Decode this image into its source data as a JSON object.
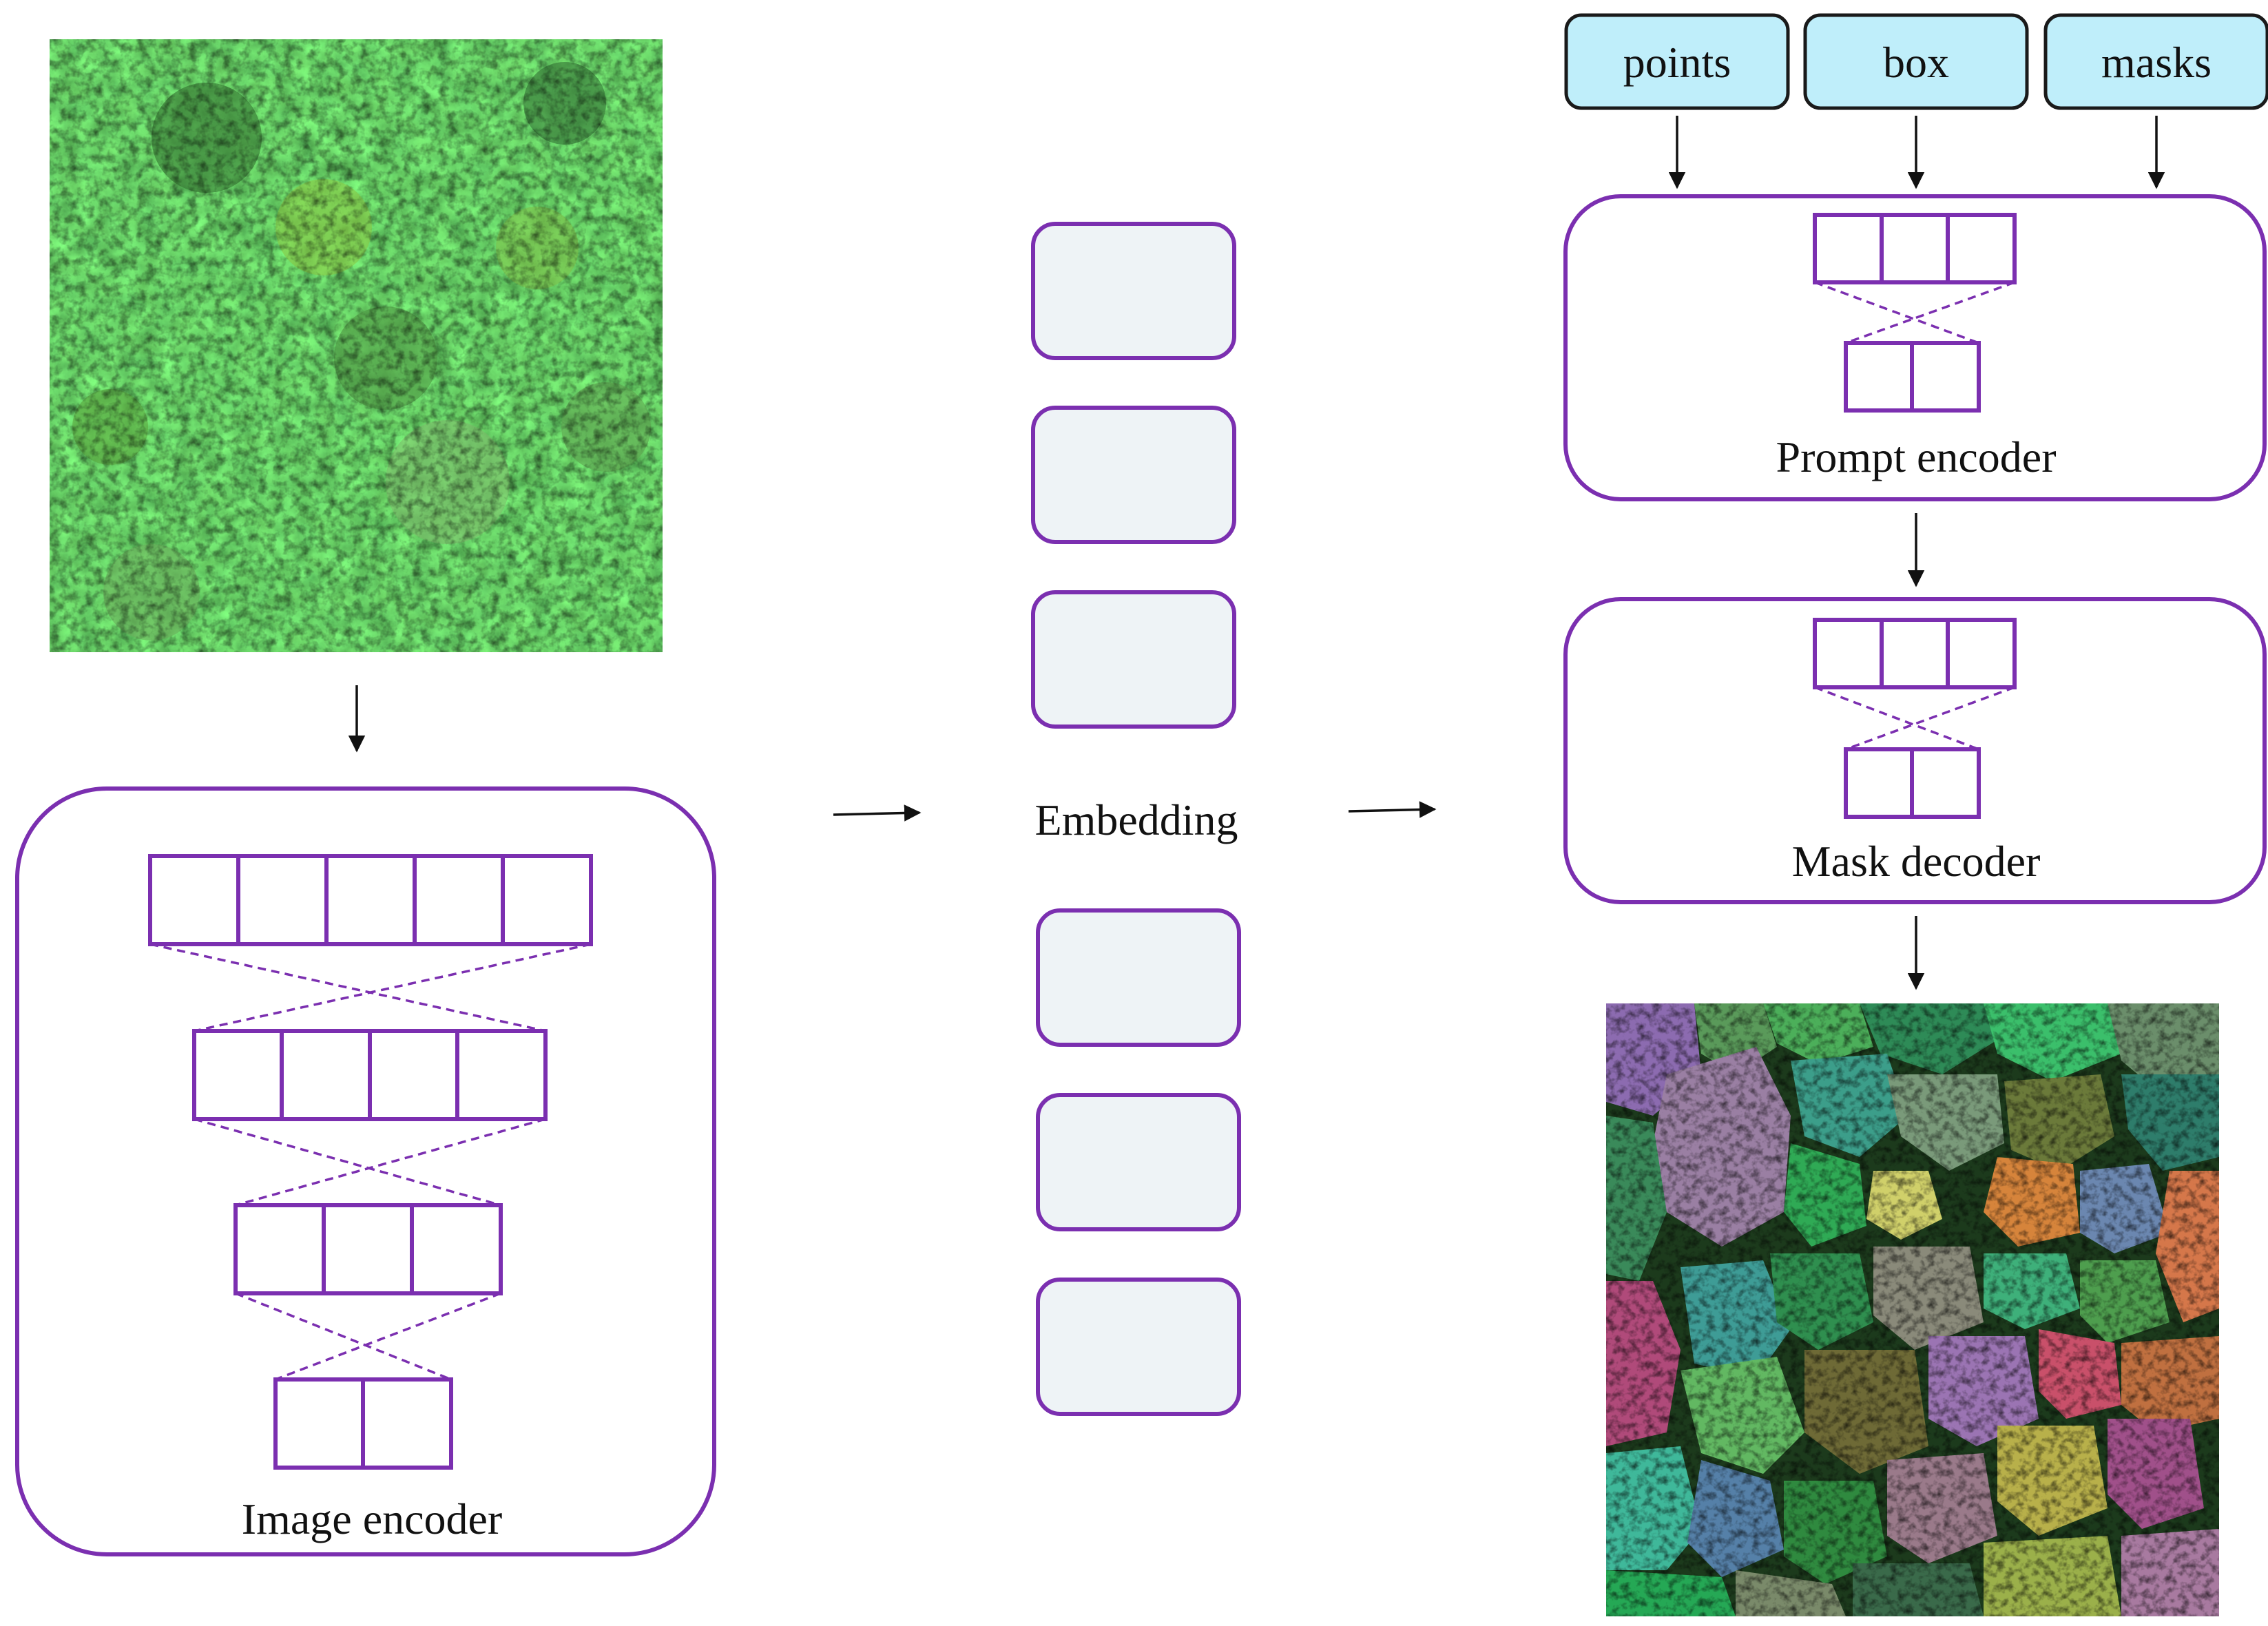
{
  "prompts": {
    "points": "points",
    "box": "box",
    "masks": "masks"
  },
  "image_encoder": {
    "label": "Image encoder"
  },
  "embedding": {
    "label": "Embedding"
  },
  "prompt_encoder": {
    "label": "Prompt encoder"
  },
  "mask_decoder": {
    "label": "Mask decoder"
  },
  "images": {
    "input": "aerial forest canopy photo",
    "output": "segmented tree crowns with colored masks"
  },
  "colors": {
    "purple": "#7b2fb0",
    "prompt_fill": "#bfeefa",
    "embedding_fill": "#eef3f6",
    "arrow": "#111111"
  }
}
